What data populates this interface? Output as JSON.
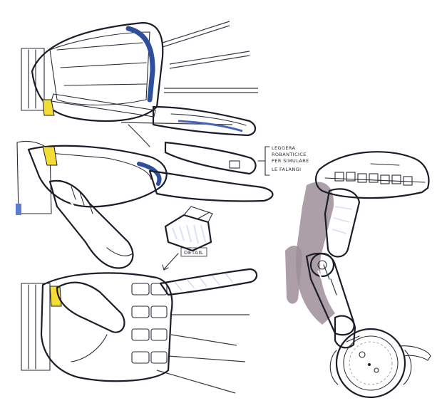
{
  "colors": {
    "ink": "#1c1c2a",
    "blue_marker": "#3f5fae",
    "light_blue": "#9fb5de",
    "grey_marker": "#d5d7dd",
    "yellow_accent": "#f2dc35",
    "shadow": "#9d8e98"
  },
  "annotation": {
    "lines": [
      "LEGGERA",
      "ROBANTICICE",
      "PER SIMULARE",
      "LE FALANGI"
    ]
  },
  "detail_callout": {
    "label": "DETAIL"
  }
}
